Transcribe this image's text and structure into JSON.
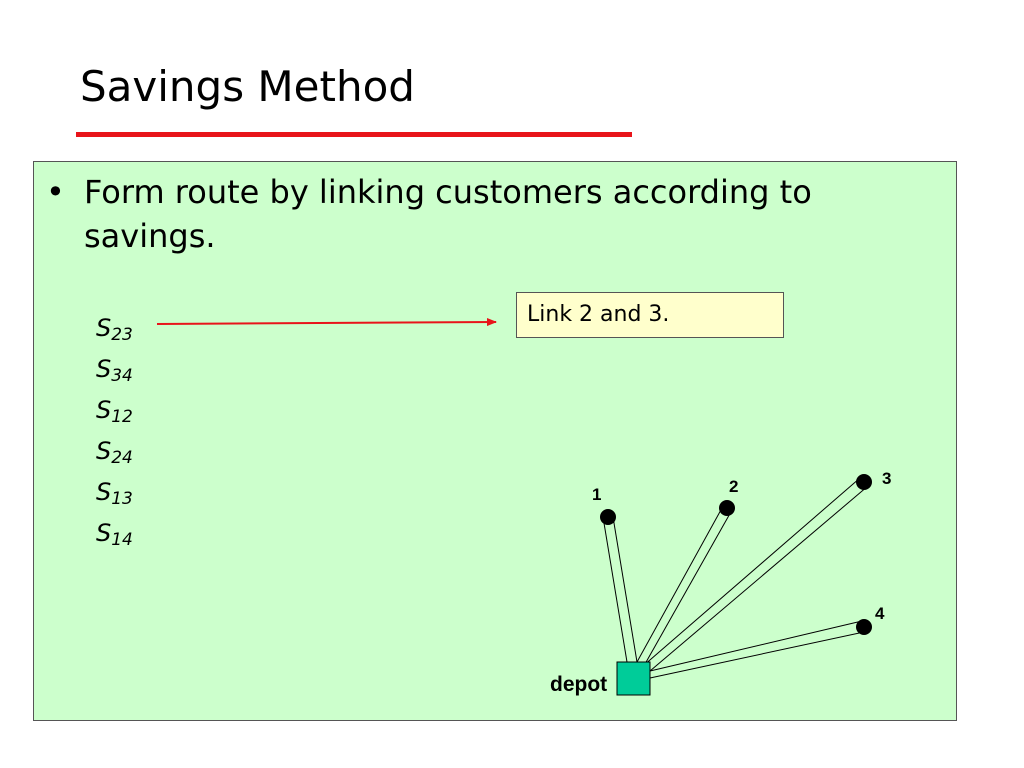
{
  "title": "Savings Method",
  "bullet": {
    "symbol": "•",
    "text": "Form route by linking customers according to savings."
  },
  "savings": [
    {
      "letter": "S",
      "sub": "23"
    },
    {
      "letter": "S",
      "sub": "34"
    },
    {
      "letter": "S",
      "sub": "12"
    },
    {
      "letter": "S",
      "sub": "24"
    },
    {
      "letter": "S",
      "sub": "13"
    },
    {
      "letter": "S",
      "sub": "14"
    }
  ],
  "note": "Link 2 and 3.",
  "diagram": {
    "depot_label": "depot",
    "customers": [
      "1",
      "2",
      "3",
      "4"
    ]
  },
  "colors": {
    "title_underline": "#e8141a",
    "content_bg": "#ccffcc",
    "note_bg": "#ffffcc",
    "depot_fill": "#00cc99",
    "arrow": "#e8141a",
    "node": "#000000"
  }
}
